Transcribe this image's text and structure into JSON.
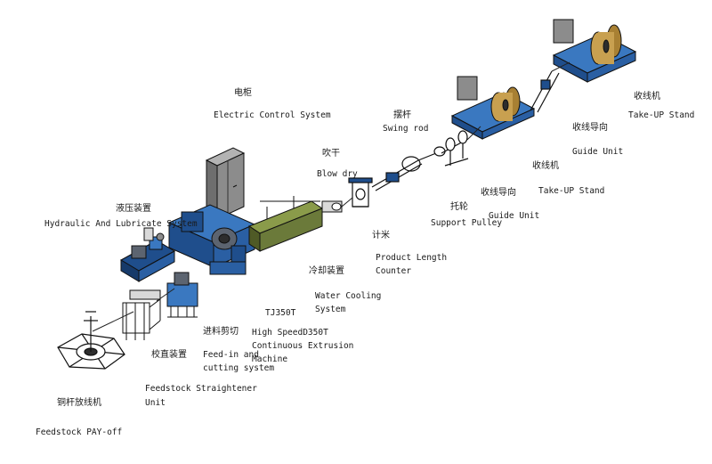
{
  "colors": {
    "frame": "#1f4e8c",
    "frame_light": "#3a78c0",
    "cabinet": "#8c8c8c",
    "cooling": "#6b7a3a",
    "steel": "#5c6470",
    "copper": "#c8a050",
    "outline": "#111111"
  },
  "labels": {
    "electric_zh": "电柜",
    "electric_en": "Electric Control System",
    "hydraulic_zh": "液压装置",
    "hydraulic_en": "Hydraulic And Lubricate System",
    "blow_zh": "吹干",
    "blow_en": "Blow dry",
    "swing_zh": "摆杆",
    "swing_en": "Swing rod",
    "guide1_zh": "收线导向",
    "guide1_en": "Guide Unit",
    "takeup1_zh": "收线机",
    "takeup1_en": "Take-UP Stand",
    "guide2_zh": "收线导向",
    "guide2_en": "Guide Unit",
    "takeup2_zh": "收线机",
    "takeup2_en": "Take-UP Stand",
    "support_zh": "托轮",
    "support_en": "Support Pulley",
    "counter_zh": "计米",
    "counter_en_1": "Product Length",
    "counter_en_2": "Counter",
    "cooling_zh": "冷却装置",
    "cooling_en_1": "Water Cooling",
    "cooling_en_2": "System",
    "tj_model": "TJ350T",
    "extrusion_en_1": "High SpeedD350T",
    "extrusion_en_2": "Continuous Extrusion",
    "extrusion_en_3": "Machine",
    "feedin_zh": "进料剪切",
    "feedin_en_1": "Feed-in and",
    "feedin_en_2": "cutting system",
    "straight_zh": "校直装置",
    "straight_en_1": "Feedstock Straightener",
    "straight_en_2": "Unit",
    "payoff_zh": "铜杆放线机",
    "payoff_en": "Feedstock PAY-off"
  }
}
